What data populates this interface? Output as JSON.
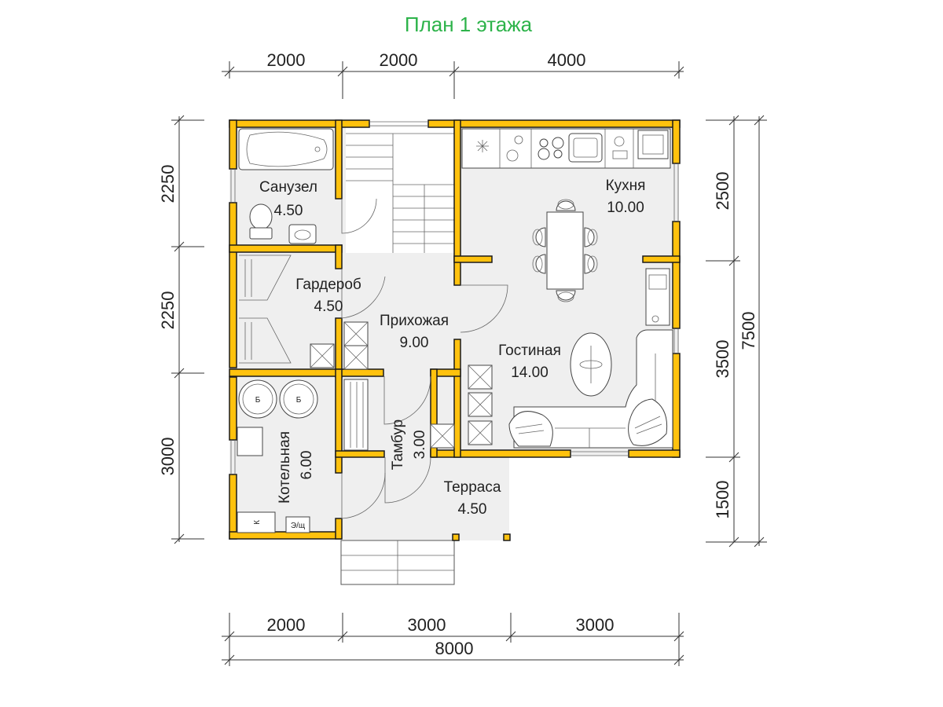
{
  "title": "План 1 этажа",
  "dimensions": {
    "top": [
      "2000",
      "2000",
      "4000"
    ],
    "bottom": [
      "2000",
      "3000",
      "3000"
    ],
    "bottom_total": "8000",
    "left": [
      "2250",
      "2250",
      "3000"
    ],
    "right": [
      "2500",
      "3500",
      "1500"
    ],
    "right_total": "7500"
  },
  "rooms": {
    "bathroom": {
      "name": "Санузел",
      "area": "4.50"
    },
    "wardrobe": {
      "name": "Гардероб",
      "area": "4.50"
    },
    "hallway": {
      "name": "Прихожая",
      "area": "9.00"
    },
    "kitchen": {
      "name": "Кухня",
      "area": "10.00"
    },
    "living": {
      "name": "Гостиная",
      "area": "14.00"
    },
    "boiler": {
      "name": "Котельная",
      "area": "6.00"
    },
    "vestibule": {
      "name": "Тамбур",
      "area": "3.00"
    },
    "terrace": {
      "name": "Терраса",
      "area": "4.50"
    }
  },
  "labels": {
    "boiler_b1": "Б",
    "boiler_b2": "Б",
    "boiler_k": "К",
    "boiler_panel": "Э/щ"
  },
  "colors": {
    "wall": "#ffc20e",
    "floor": "#efefef",
    "title": "#2db34a"
  }
}
